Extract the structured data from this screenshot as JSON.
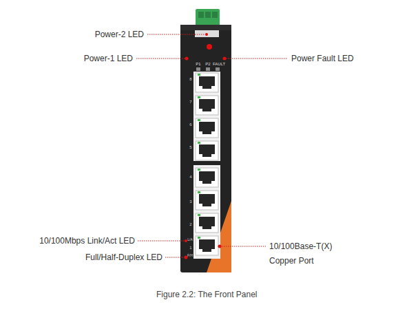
{
  "diagram": {
    "caption": "Figure 2.2: The Front Panel",
    "labels": [
      "Power-2 LED",
      "Power-1 LED",
      "Power Fault LED",
      "10/100Mbps Link/Act LED",
      "Full/Half-Duplex LED",
      "10/100Base-T(X) Copper Port",
      "P1",
      "P2",
      "FAULT",
      "8",
      "7",
      "6",
      "5",
      "4",
      "3",
      "2",
      "1",
      "L/A",
      "F/H"
    ]
  }
}
